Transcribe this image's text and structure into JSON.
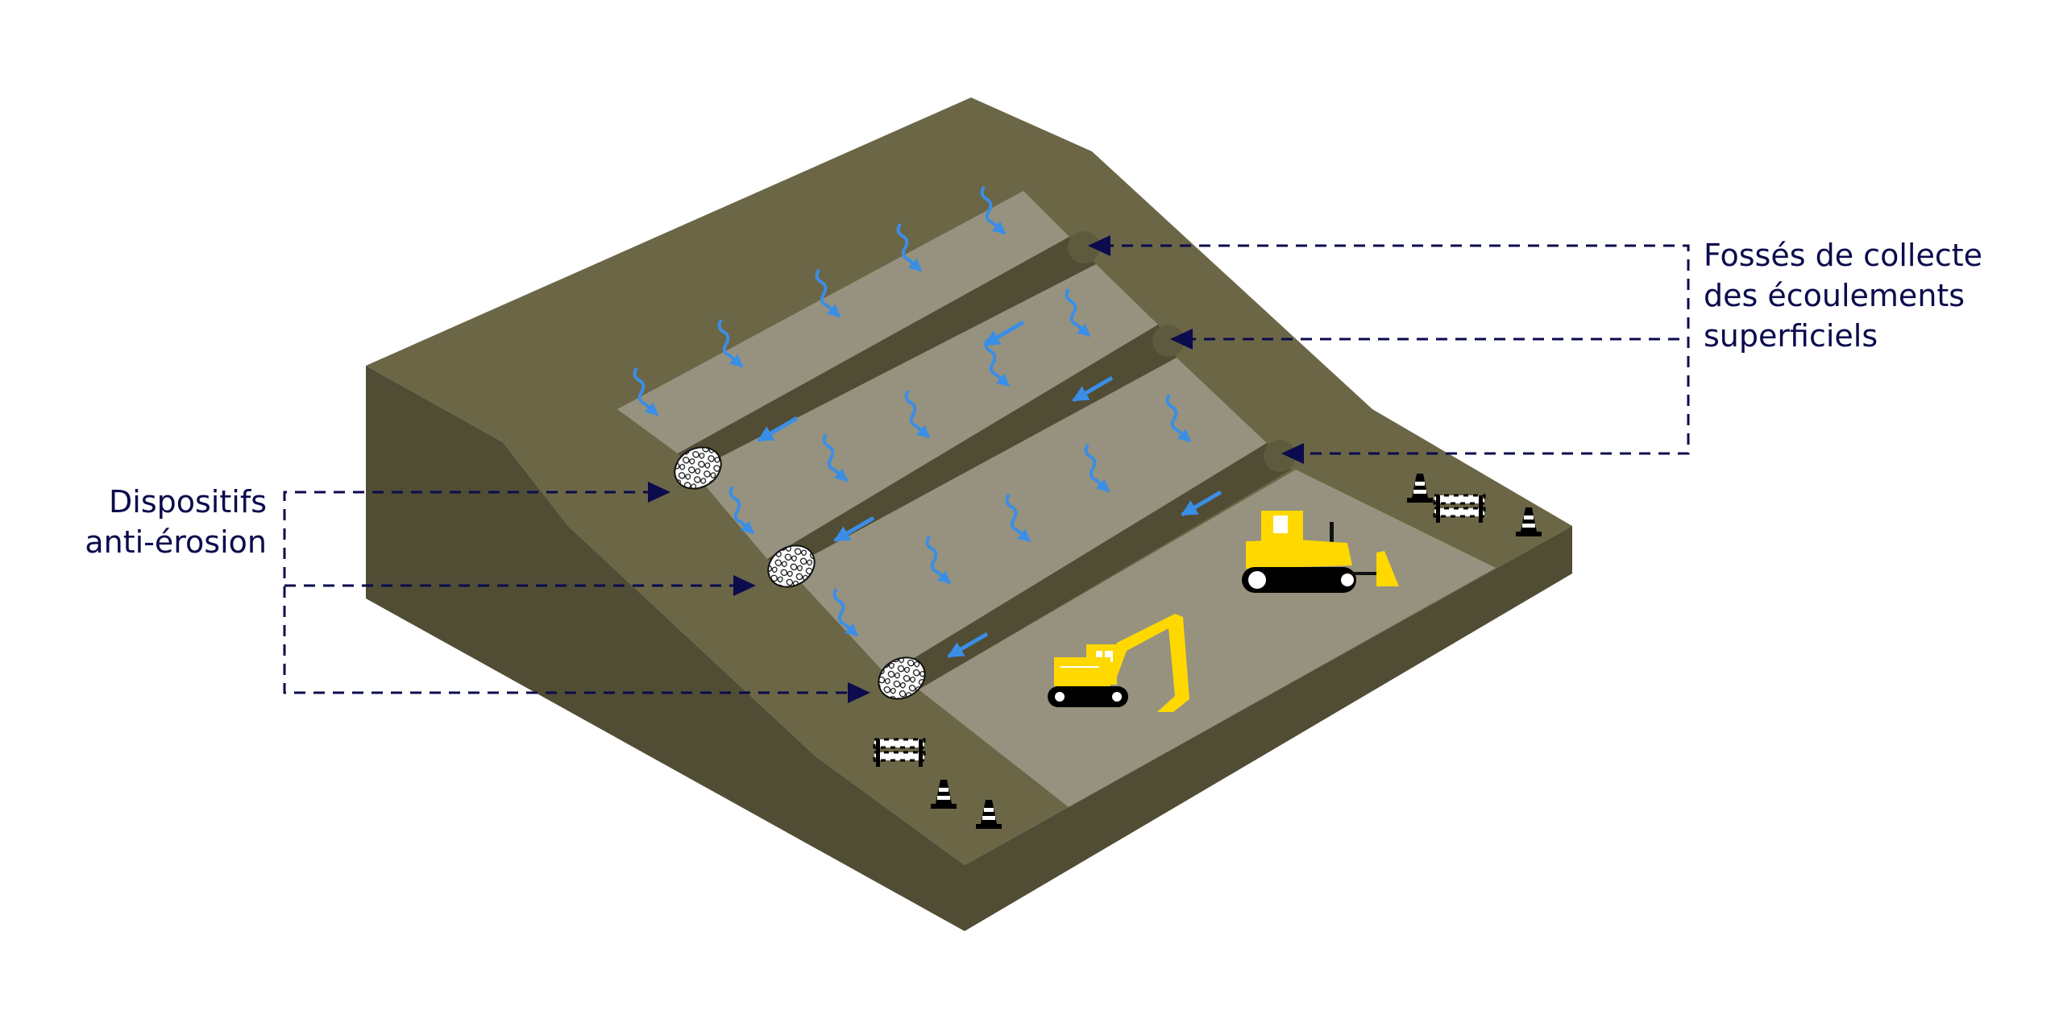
{
  "labels": {
    "ditches": [
      "Fossés de collecte",
      "des écoulements",
      "superficiels"
    ],
    "erosion": [
      "Dispositifs",
      "anti-érosion"
    ]
  },
  "colors": {
    "slope_top": "#6b6646",
    "slope_side": "#514c34",
    "terrace": "#96927f",
    "ditch": "#514c34",
    "water": "#3a8ee6",
    "callout": "#0b0b4d",
    "machine": "#ffd800"
  },
  "icons": [
    "rain-runoff-icon",
    "flow-arrow-icon",
    "gabion-icon",
    "bulldozer-icon",
    "excavator-icon",
    "traffic-cone-icon",
    "barrier-icon"
  ]
}
